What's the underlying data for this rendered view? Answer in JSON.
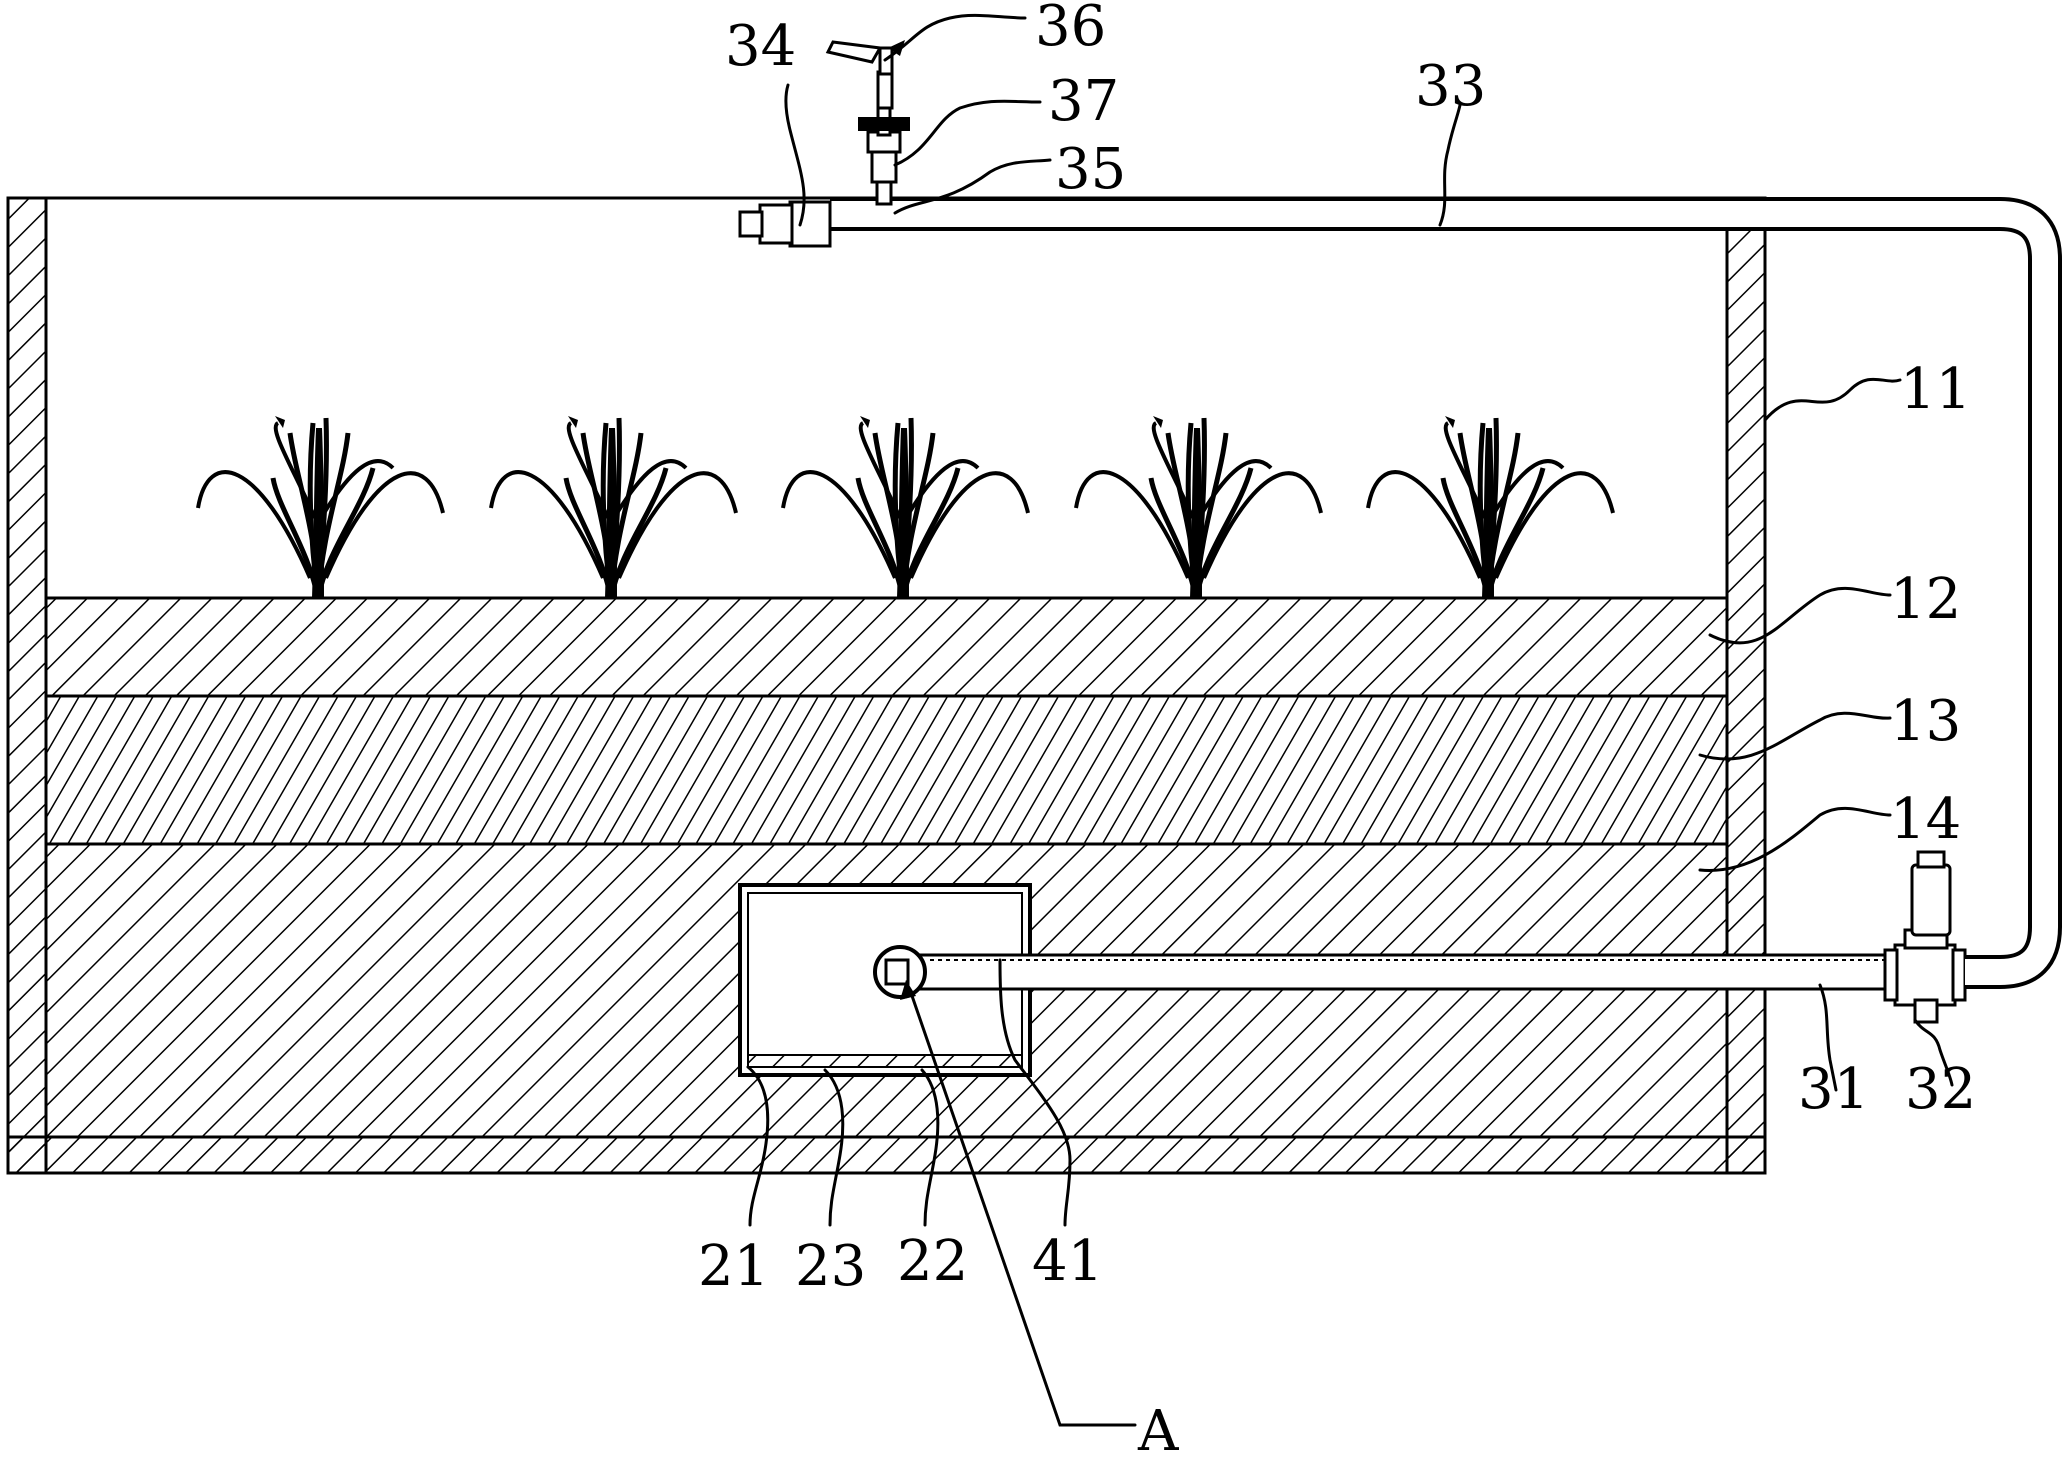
{
  "labels": {
    "l11": "11",
    "l12": "12",
    "l13": "13",
    "l14": "14",
    "l21": "21",
    "l22": "22",
    "l23": "23",
    "l31": "31",
    "l32": "32",
    "l33": "33",
    "l34": "34",
    "l35": "35",
    "l36": "36",
    "l37": "37",
    "l41": "41",
    "lA": "A"
  },
  "plants_count": 5,
  "colors": {
    "line": "#000000",
    "background": "#ffffff"
  }
}
